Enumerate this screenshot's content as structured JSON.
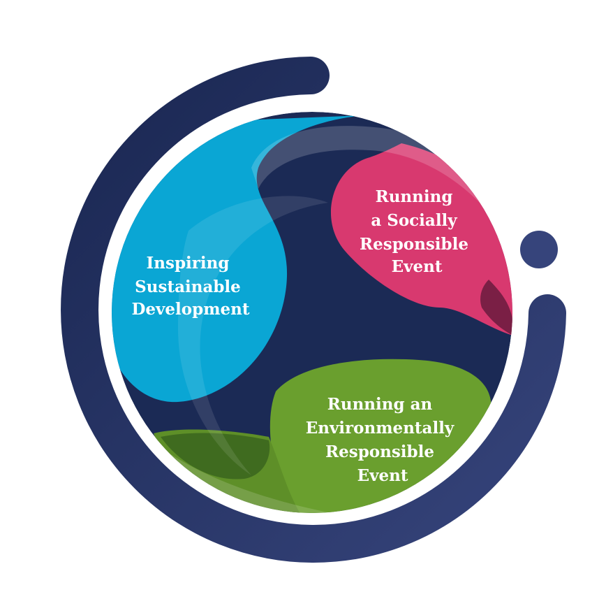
{
  "segments": [
    {
      "id": "inspiring",
      "lines": [
        "Inspiring",
        "Sustainable",
        "Development"
      ],
      "color": "#0aa6d4"
    },
    {
      "id": "social",
      "lines": [
        "Running",
        "a Socially",
        "Responsible",
        "Event"
      ],
      "color": "#d8396f"
    },
    {
      "id": "environmental",
      "lines": [
        "Running an",
        "Environmentally",
        "Responsible",
        "Event"
      ],
      "color": "#6a9f2e"
    }
  ],
  "colors": {
    "navy": "#1a2752",
    "ring_light": "#34417a",
    "globe_dark": "#1b2a55"
  }
}
